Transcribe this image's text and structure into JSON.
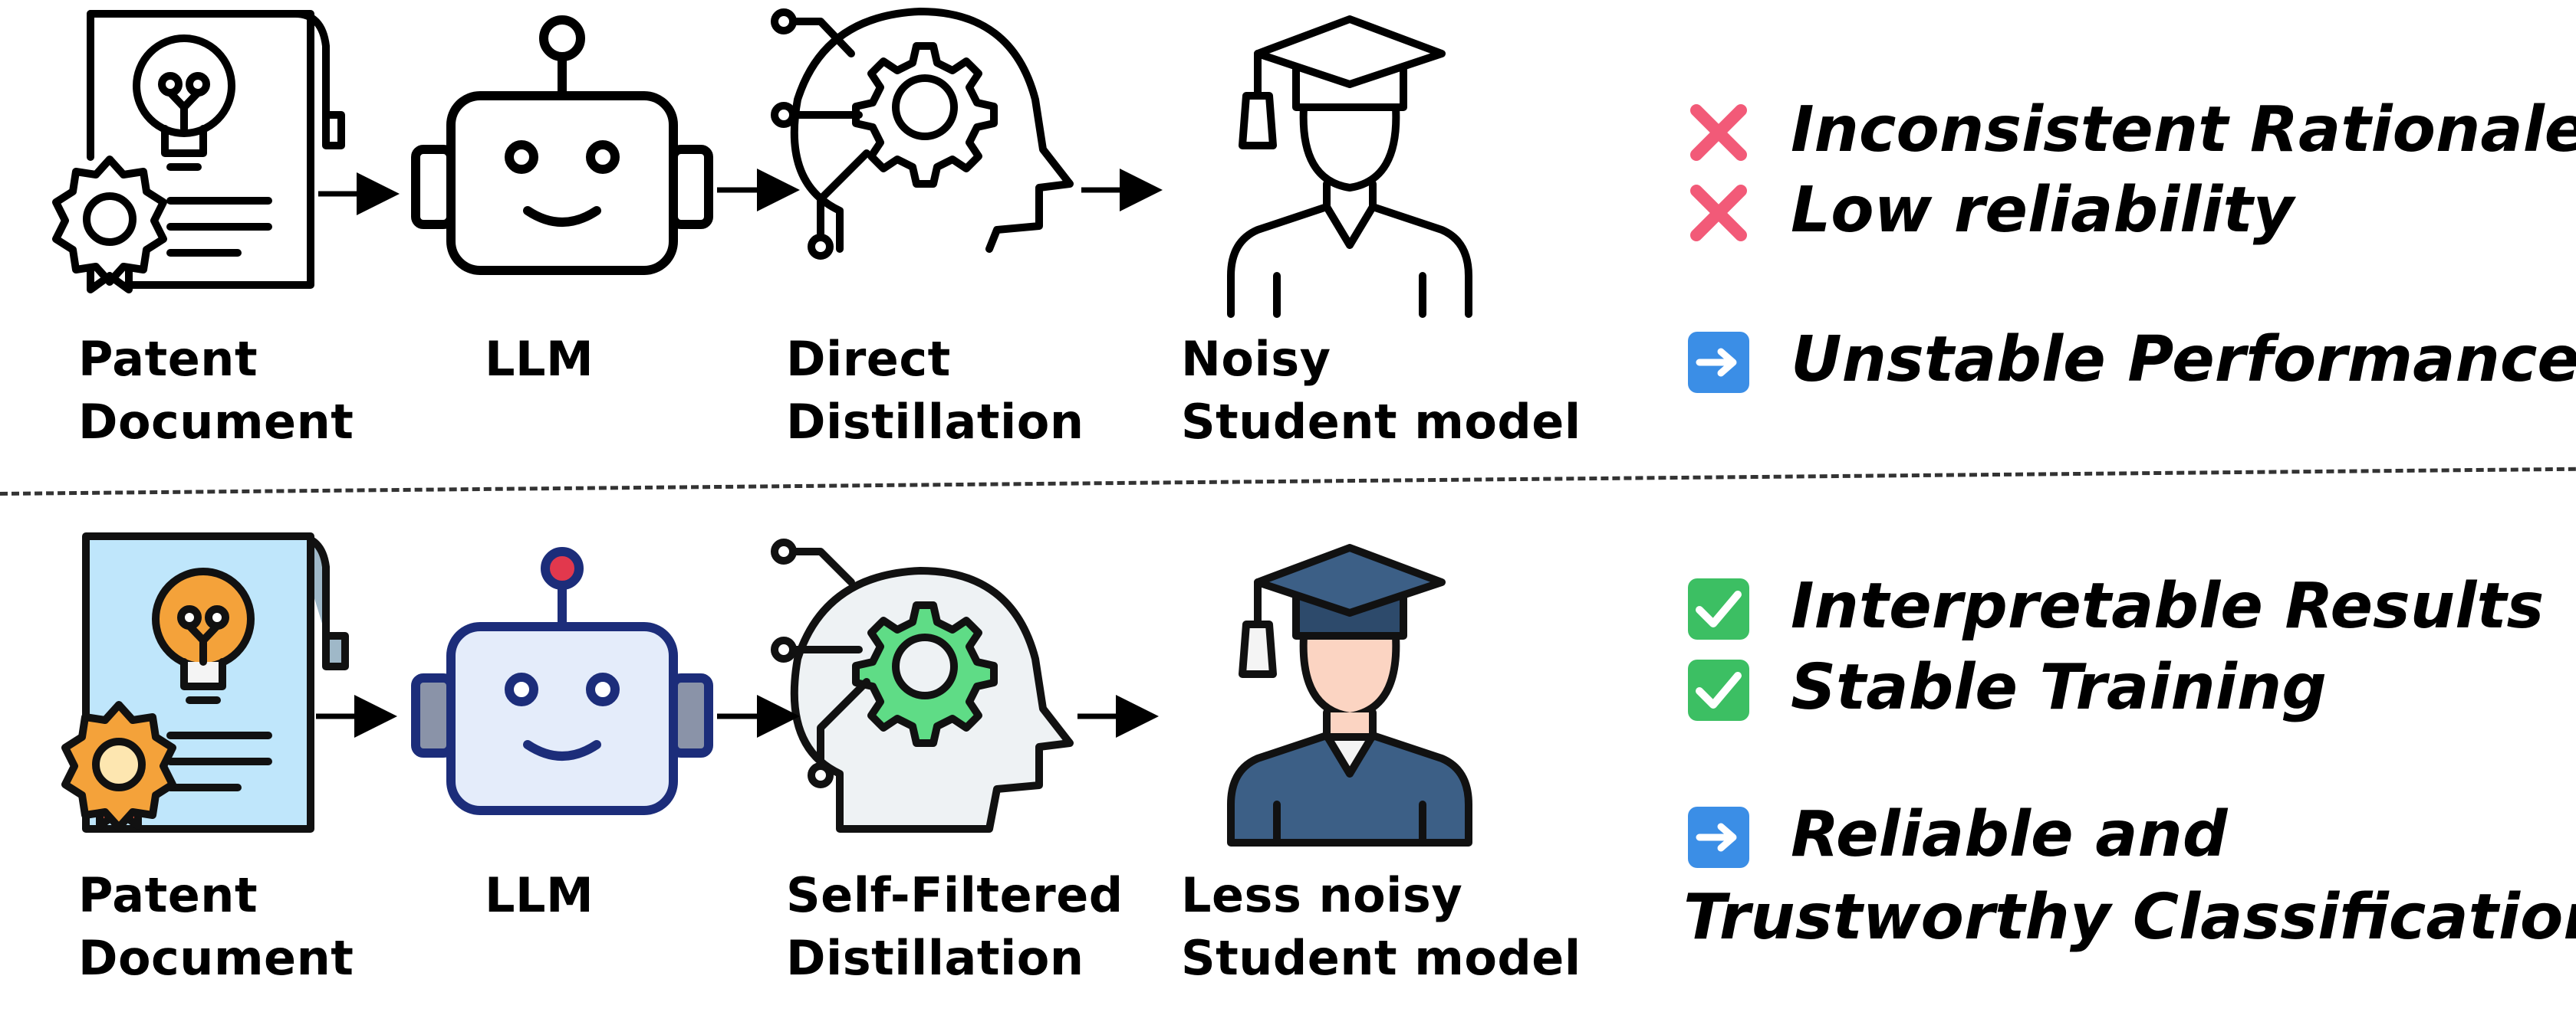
{
  "top_row": {
    "labels": [
      [
        "Patent",
        "Document"
      ],
      [
        "LLM"
      ],
      [
        "Direct",
        "Distillation"
      ],
      [
        "Noisy",
        "Student model"
      ]
    ],
    "outcomes": [
      {
        "mark": "cross-mark-icon",
        "text": "Inconsistent Rationales"
      },
      {
        "mark": "cross-mark-icon",
        "text": "Low reliability"
      },
      {
        "mark": "right-arrow-icon",
        "text": "Unstable Performance"
      }
    ]
  },
  "bottom_row": {
    "labels": [
      [
        "Patent",
        "Document"
      ],
      [
        "LLM"
      ],
      [
        "Self-Filtered",
        "Distillation"
      ],
      [
        "Less noisy",
        "Student model"
      ]
    ],
    "outcomes": [
      {
        "mark": "check-mark-icon",
        "text": "Interpretable Results"
      },
      {
        "mark": "check-mark-icon",
        "text": "Stable Training"
      },
      {
        "mark": "right-arrow-icon",
        "text": "Reliable and"
      },
      {
        "mark": "",
        "text": "Trustworthy Classification"
      }
    ]
  },
  "colors": {
    "cross": "#f25a78",
    "check": "#3cbf63",
    "arrow_box": "#3b8ee6",
    "doc_fill": "#bfe6fb",
    "bulb_fill": "#f4a23a",
    "robot_fill": "#e4ecfa",
    "robot_frame": "#1c2d7a",
    "gear_fill": "#5fdc86",
    "head_fill": "#eef2f4",
    "cap_fill": "#3c5f86",
    "skin_fill": "#fbd4c2"
  }
}
